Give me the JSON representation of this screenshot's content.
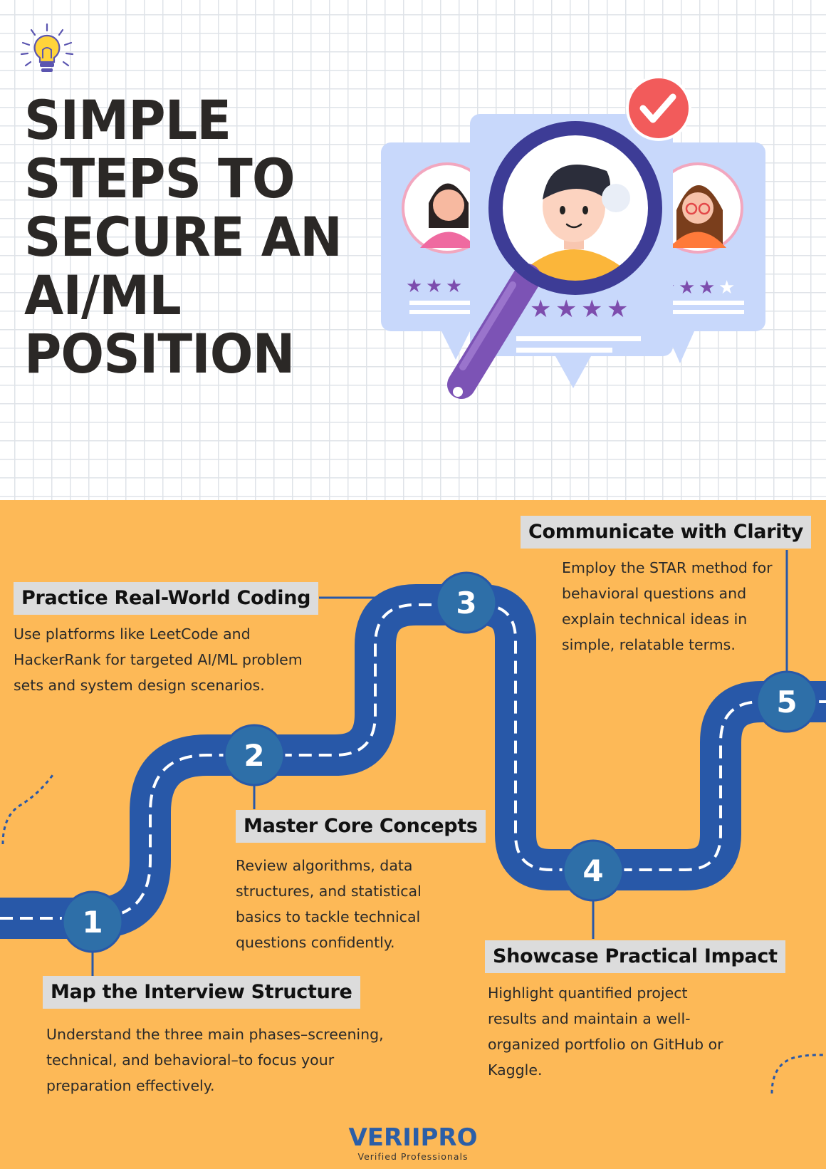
{
  "header": {
    "title": "SIMPLE\nSTEPS TO\nSECURE AN\nAI/ML\nPOSITION"
  },
  "steps": [
    {
      "number": "1",
      "title": "Map the Interview Structure",
      "description": "Understand the three main phases–screening, technical, and behavioral–to focus your preparation effectively."
    },
    {
      "number": "2",
      "title": "Master Core Concepts",
      "description": "Review algorithms, data structures, and statistical basics to tackle technical questions confidently."
    },
    {
      "number": "3",
      "title": "Practice Real-World Coding",
      "description": "Use platforms like LeetCode and HackerRank for targeted AI/ML problem sets and system design scenarios."
    },
    {
      "number": "4",
      "title": "Showcase Practical Impact",
      "description": "Highlight quantified project results and maintain a well-organized portfolio on GitHub or Kaggle."
    },
    {
      "number": "5",
      "title": "Communicate with Clarity",
      "description": "Employ the STAR method for behavioral questions and explain technical ideas in simple, relatable terms."
    }
  ],
  "brand": {
    "name": "VERIIPRO",
    "tagline": "Verified Professionals"
  },
  "icons": [
    "lightbulb-icon",
    "magnifier-icon",
    "checkmark-icon",
    "star-icon",
    "avatar"
  ],
  "colors": {
    "road": "#2858a8",
    "marker": "#2e6fa8",
    "bottom_background": "#fdb957",
    "title_text": "#2b2826",
    "brand": "#2b5ea7",
    "check_badge": "#f25b5b",
    "card": "#c8d8fb",
    "magnifier": "#3d3c96"
  }
}
